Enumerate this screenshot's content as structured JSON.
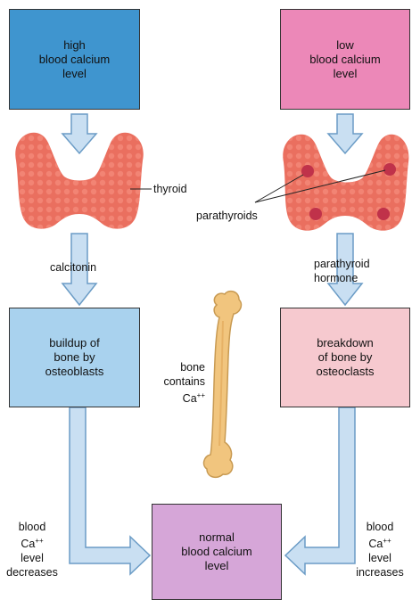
{
  "boxes": {
    "high": "high\nblood calcium\nlevel",
    "low": "low\nblood calcium\nlevel",
    "buildup": "buildup of\nbone by\nosteoblasts",
    "breakdown": "breakdown\nof bone by\nosteoclasts",
    "normal": "normal\nblood calcium\nlevel"
  },
  "labels": {
    "thyroid": "thyroid",
    "parathyroids": "parathyroids",
    "calcitonin": "calcitonin",
    "parathyroid_hormone": "parathyroid\nhormone",
    "bone_contains": "bone\ncontains\nCa",
    "bone_ca_sup": "++",
    "blood_left_1": "blood\nCa",
    "blood_left_sup": "++",
    "blood_left_2": "level\ndecreases",
    "blood_right_1": "blood\nCa",
    "blood_right_sup": "++",
    "blood_right_2": "level\nincreases"
  },
  "colors": {
    "high_box": "#3f95cf",
    "low_box": "#ec88b8",
    "buildup_box": "#a9d2ee",
    "breakdown_box": "#f6c9cf",
    "normal_box": "#d6a6d8",
    "arrow_fill": "#c9dff2",
    "arrow_stroke": "#6b9cc6",
    "gland": "#ea6f5f",
    "parathyroid_nodule": "#c0324a",
    "bone": "#f1c57e"
  }
}
